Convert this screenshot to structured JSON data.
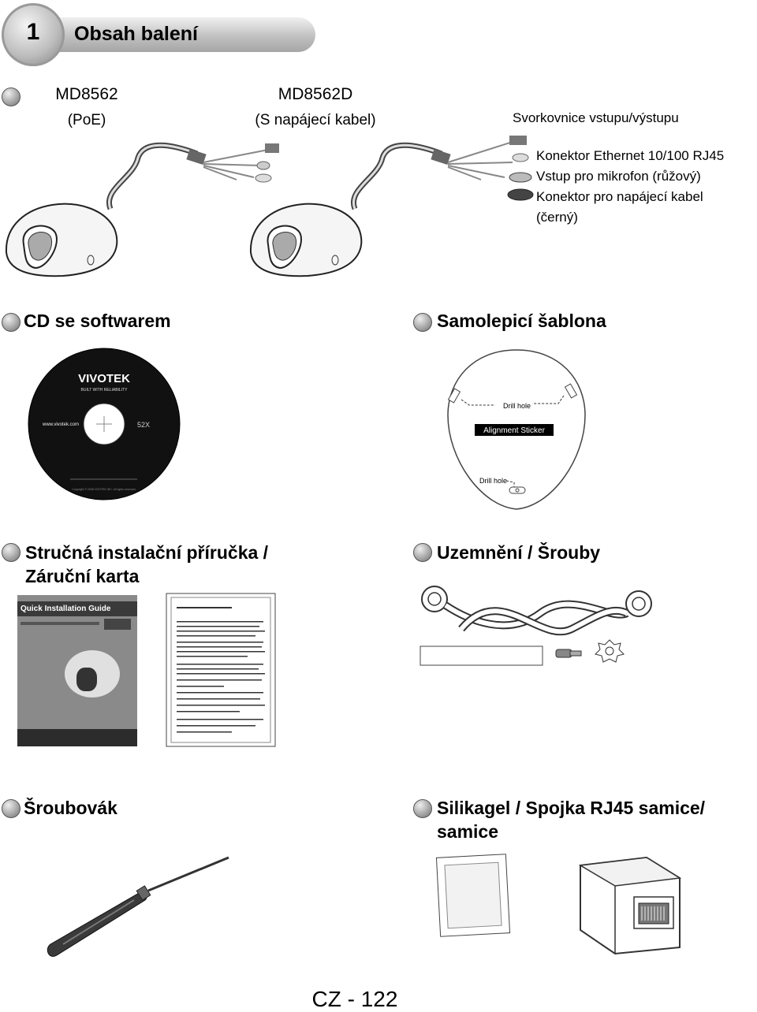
{
  "header": {
    "number": "1",
    "title": "Obsah balení"
  },
  "camera": {
    "model_a": "MD8562",
    "model_a_sub": "(PoE)",
    "model_b": "MD8562D",
    "model_b_sub": "(S napájecí kabel)",
    "terminal_label": "Svorkovnice vstupu/výstupu",
    "connectors": [
      "Konektor Ethernet 10/100 RJ45",
      "Vstup pro mikrofon (růžový)",
      "Konektor pro napájecí kabel",
      "(černý)"
    ]
  },
  "sections": {
    "cd": "CD se softwarem",
    "sticker": "Samolepicí šablona",
    "guide_line1": "Stručná instalační příručka /",
    "guide_line2": "Záruční karta",
    "ground": "Uzemnění / Šrouby",
    "screwdriver": "Šroubovák",
    "silica_line1": "Silikagel / Spojka RJ45 samice/",
    "silica_line2": "samice"
  },
  "cd_disc": {
    "brand": "VIVOTEK",
    "tagline": "BUILT WITH RELIABILITY",
    "website": "www.vivotek.com",
    "speed": "52X",
    "copyright": "Copyright © 2008 VIVOTEK INC. All rights reserved."
  },
  "sticker": {
    "drill_hole_top": "Drill hole",
    "title": "Alignment Sticker",
    "drill_hole_bottom": "Drill hole"
  },
  "guide": {
    "cover_title": "Quick Installation Guide"
  },
  "footer": {
    "page": "CZ - 122"
  }
}
